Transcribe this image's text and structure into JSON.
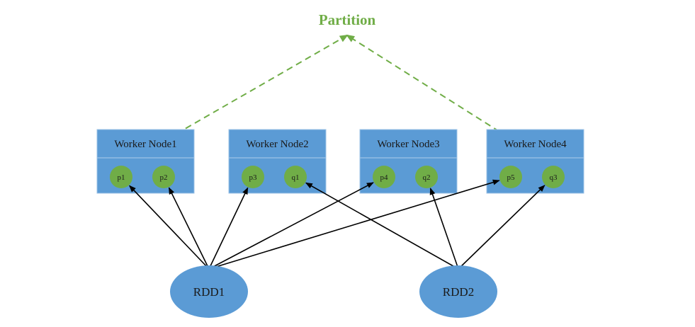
{
  "diagram": {
    "title": "Partition",
    "colors": {
      "node_fill": "#5b9bd5",
      "node_stroke": "#9dc3e6",
      "partition_fill": "#70ad47",
      "title": "#70ad47",
      "dashed_line": "#70ad47",
      "arrow": "#000000"
    },
    "worker_nodes": [
      {
        "id": "w1",
        "label": "Worker Node1",
        "partitions": [
          "p1",
          "p2"
        ]
      },
      {
        "id": "w2",
        "label": "Worker Node2",
        "partitions": [
          "p3",
          "q1"
        ]
      },
      {
        "id": "w3",
        "label": "Worker Node3",
        "partitions": [
          "p4",
          "q2"
        ]
      },
      {
        "id": "w4",
        "label": "Worker Node4",
        "partitions": [
          "p5",
          "q3"
        ]
      }
    ],
    "rdds": [
      {
        "id": "rdd1",
        "label": "RDD1"
      },
      {
        "id": "rdd2",
        "label": "RDD2"
      }
    ],
    "edges": [
      {
        "from": "rdd1",
        "to": "p1"
      },
      {
        "from": "rdd1",
        "to": "p2"
      },
      {
        "from": "rdd1",
        "to": "p3"
      },
      {
        "from": "rdd1",
        "to": "p4"
      },
      {
        "from": "rdd1",
        "to": "p5"
      },
      {
        "from": "rdd2",
        "to": "q1"
      },
      {
        "from": "rdd2",
        "to": "q2"
      },
      {
        "from": "rdd2",
        "to": "q3"
      }
    ],
    "title_links": [
      "p1",
      "q3"
    ]
  }
}
